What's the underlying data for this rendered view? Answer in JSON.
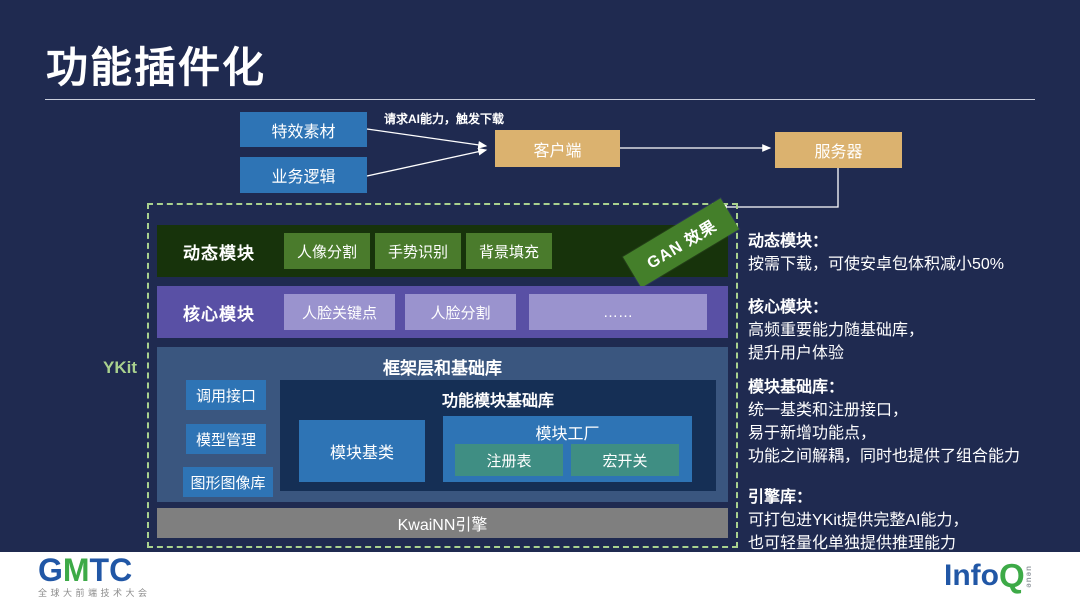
{
  "slide": {
    "title": "功能插件化"
  },
  "flow": {
    "boxes": {
      "material": "特效素材",
      "logic": "业务逻辑",
      "client": "客户端",
      "server": "服务器"
    },
    "arrow_label": "请求AI能力，触发下载"
  },
  "ykit": {
    "label": "YKit",
    "dynamic_row": {
      "label": "动态模块",
      "items": [
        "人像分割",
        "手势识别",
        "背景填充"
      ],
      "badge": "GAN 效果"
    },
    "core_row": {
      "label": "核心模块",
      "items": [
        "人脸关键点",
        "人脸分割",
        "……"
      ]
    },
    "framework": {
      "title": "框架层和基础库",
      "left_items": [
        "调用接口",
        "模型管理",
        "图形图像库"
      ],
      "base_lib": {
        "title": "功能模块基础库",
        "base_class": "模块基类",
        "factory": {
          "title": "模块工厂",
          "items": [
            "注册表",
            "宏开关"
          ]
        }
      }
    },
    "engine": "KwaiNN引擎"
  },
  "notes": [
    {
      "title": "动态模块：",
      "lines": [
        "按需下载，可使安卓包体积减小50%"
      ]
    },
    {
      "title": "核心模块：",
      "lines": [
        "高频重要能力随基础库，",
        "提升用户体验"
      ]
    },
    {
      "title": "模块基础库：",
      "lines": [
        "统一基类和注册接口，",
        "易于新增功能点，",
        "功能之间解耦，同时也提供了组合能力"
      ]
    },
    {
      "title": "引擎库：",
      "lines": [
        "可打包进YKit提供完整AI能力，",
        "也可轻量化单独提供推理能力"
      ]
    }
  ],
  "footer": {
    "gmtc": {
      "g": "G",
      "m": "M",
      "tc": "TC",
      "subtitle": "全球大前端技术大会"
    },
    "infoq": {
      "info": "Info",
      "q": "Q",
      "ueue": "ueue"
    }
  },
  "colors": {
    "background_navy": "#1F2A50",
    "blue_box": "#2E74B5",
    "tan_box": "#DBB26F",
    "dynamic_row_bg": "#17330B",
    "dynamic_chip": "#4A7B2C",
    "gan_badge": "#447F2A",
    "core_row_bg": "#5950A5",
    "core_chip": "#9A93CE",
    "framework_bg": "#3A567F",
    "base_lib_bg": "#152F55",
    "teal_chip": "#3F8E83",
    "engine_gray": "#7F7F7F",
    "dashed_green": "#A9D18E",
    "logo_blue": "#2157A6",
    "logo_green": "#3DAA47"
  }
}
